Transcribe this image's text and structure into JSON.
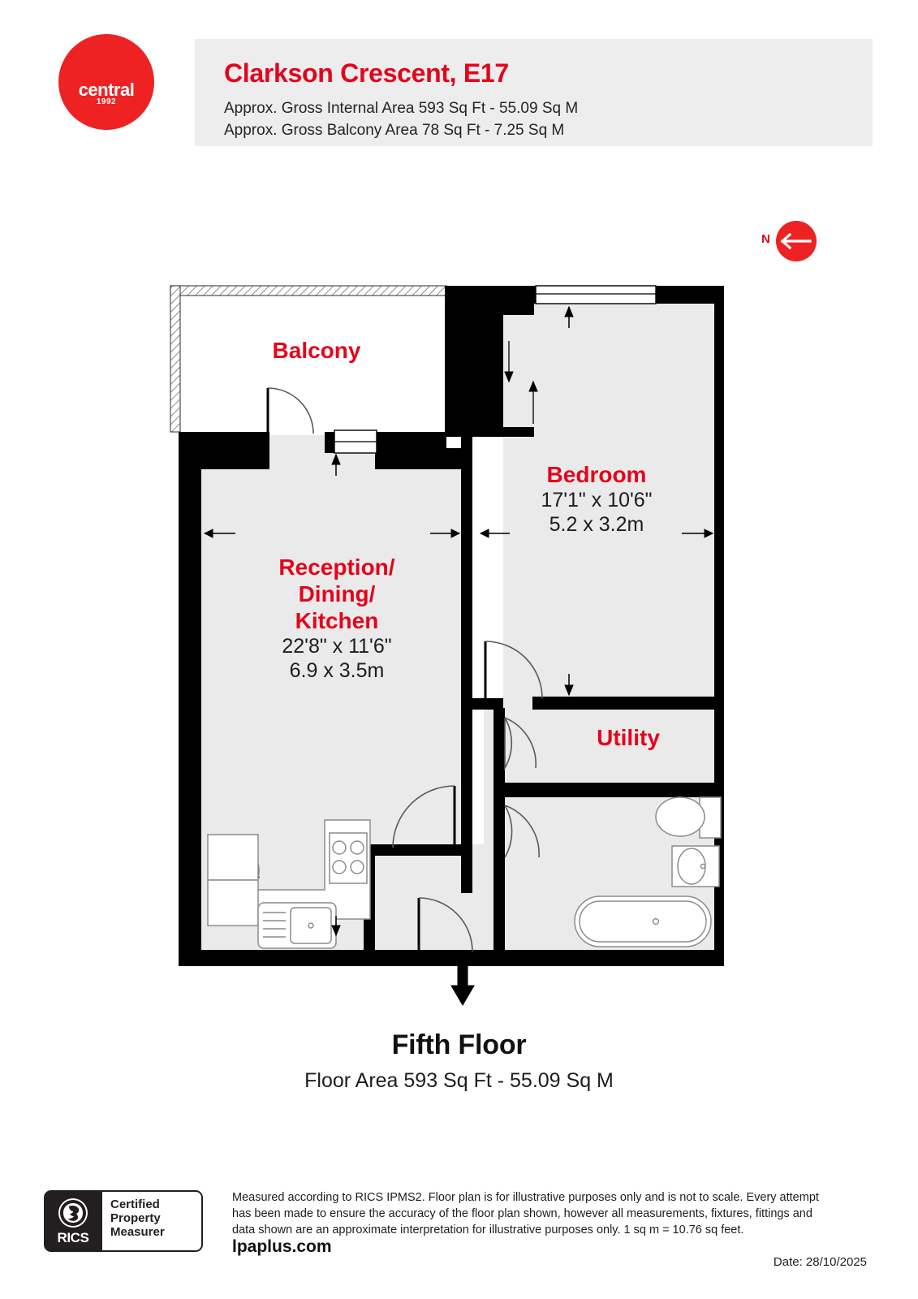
{
  "brand": {
    "name": "central",
    "year": "1992",
    "color": "#EE2222"
  },
  "header": {
    "title": "Clarkson Crescent, E17",
    "subtitle_internal": "Approx. Gross Internal Area 593 Sq Ft - 55.09 Sq M",
    "subtitle_balcony": "Approx. Gross Balcony Area 78 Sq Ft - 7.25 Sq M",
    "band_color": "#ededed",
    "title_color": "#E3051B"
  },
  "compass": {
    "label": "N",
    "direction": "west-arrow",
    "color": "#EE2222"
  },
  "floorplan": {
    "wall_color": "#000000",
    "room_fill": "#eaeaea",
    "label_color": "#E3051B",
    "rooms": [
      {
        "key": "balcony",
        "name": "Balcony",
        "imperial": "",
        "metric": ""
      },
      {
        "key": "bedroom",
        "name": "Bedroom",
        "imperial": "17'1\" x 10'6\"",
        "metric": "5.2 x 3.2m"
      },
      {
        "key": "reception",
        "name_line1": "Reception/",
        "name_line2": "Dining/",
        "name_line3": "Kitchen",
        "imperial": "22'8\" x 11'6\"",
        "metric": "6.9 x 3.5m"
      },
      {
        "key": "utility",
        "name": "Utility",
        "imperial": "",
        "metric": ""
      }
    ],
    "fixtures": [
      "hob-icon",
      "sink-icon",
      "counter-icon",
      "toilet-icon",
      "basin-icon",
      "bathtub-icon"
    ]
  },
  "floor_caption": {
    "floor_name": "Fifth Floor",
    "floor_area": "Floor Area 593 Sq Ft - 55.09 Sq M"
  },
  "footer": {
    "rics": {
      "word": "RICS",
      "line1": "Certified",
      "line2": "Property",
      "line3": "Measurer"
    },
    "disclaimer_line1": "Measured according to RICS IPMS2. Floor plan is for illustrative purposes only and is not to scale. Every attempt",
    "disclaimer_line2": "has been made to ensure the accuracy of the floor plan shown, however all measurements, fixtures, fittings and",
    "disclaimer_line3": "data shown are an approximate interpretation for illustrative purposes only. 1 sq m = 10.76 sq feet.",
    "site_url": "lpaplus.com",
    "date": "Date: 28/10/2025"
  }
}
